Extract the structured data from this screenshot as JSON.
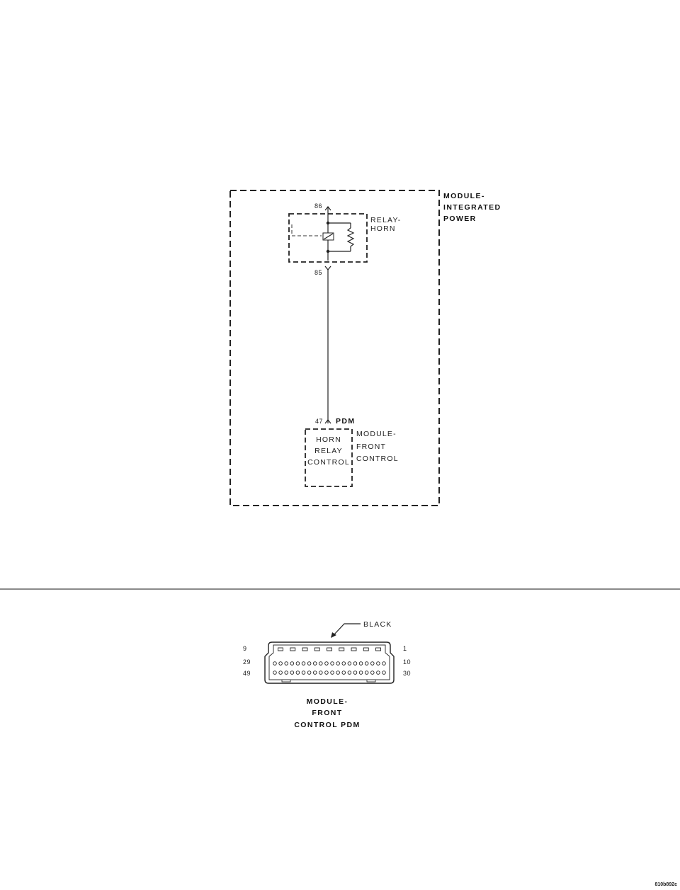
{
  "module_ipm": {
    "line1": "MODULE-",
    "line2": "INTEGRATED",
    "line3": "POWER"
  },
  "relay": {
    "line1": "RELAY-",
    "line2": "HORN",
    "pin_top": "86",
    "pin_bottom": "85"
  },
  "fcm": {
    "pin": "47",
    "connector_tag": "PDM",
    "module_line1": "MODULE-",
    "module_line2": "FRONT",
    "module_line3": "CONTROL",
    "inner_line1": "HORN",
    "inner_line2": "RELAY",
    "inner_line3": "CONTROL"
  },
  "connector": {
    "color_label": "BLACK",
    "left_pins": [
      "9",
      "29",
      "49"
    ],
    "right_pins": [
      "1",
      "10",
      "30"
    ],
    "title_line1": "MODULE-",
    "title_line2": "FRONT",
    "title_line3": "CONTROL PDM",
    "row_counts": [
      9,
      20,
      20
    ]
  },
  "figure_id": "810b892c"
}
